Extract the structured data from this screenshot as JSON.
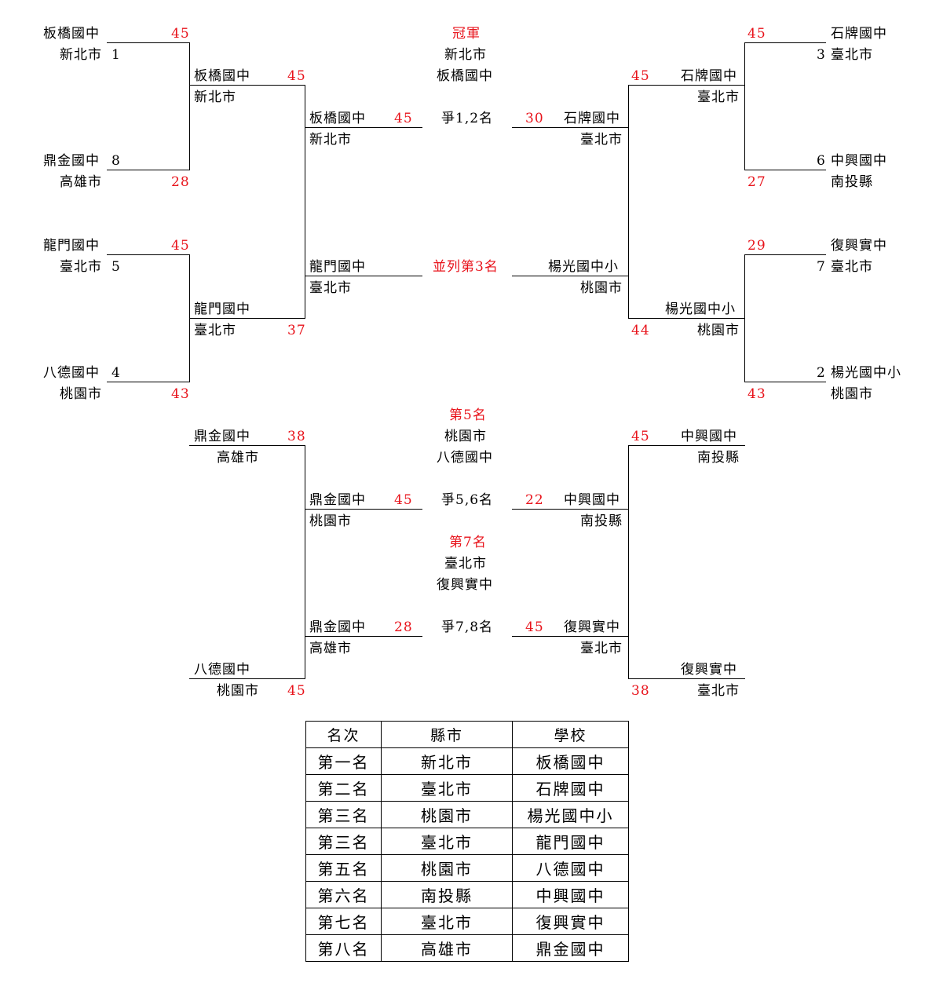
{
  "bracket": {
    "r1": {
      "banqiao": {
        "school": "板橋國中",
        "city": "新北市",
        "seed": "1",
        "score": "45"
      },
      "dingjin": {
        "school": "鼎金國中",
        "city": "高雄市",
        "seed": "8",
        "score": "28"
      },
      "longmen": {
        "school": "龍門國中",
        "city": "臺北市",
        "seed": "5",
        "score": "45"
      },
      "bade": {
        "school": "八德國中",
        "city": "桃園市",
        "seed": "4",
        "score": "43"
      },
      "shipai": {
        "school": "石牌國中",
        "city": "臺北市",
        "seed": "3",
        "score": "45"
      },
      "zhongxing": {
        "school": "中興國中",
        "city": "南投縣",
        "seed": "6",
        "score": "27"
      },
      "fuxing": {
        "school": "復興實中",
        "city": "臺北市",
        "seed": "7",
        "score": "29"
      },
      "yangguang": {
        "school": "楊光國中小",
        "city": "桃園市",
        "seed": "2",
        "score": "43"
      }
    },
    "qf": {
      "banqiao": {
        "school": "板橋國中",
        "city": "新北市",
        "score": "45"
      },
      "longmen": {
        "school": "龍門國中",
        "city": "臺北市",
        "score": "37"
      },
      "shipai": {
        "school": "石牌國中",
        "city": "臺北市",
        "score": "45"
      },
      "yangguang": {
        "school": "楊光國中小",
        "city": "桃園市",
        "score": "44"
      }
    },
    "sf": {
      "banqiao": {
        "school": "板橋國中",
        "city": "新北市",
        "score": "45"
      },
      "longmen": {
        "school": "龍門國中",
        "city": "臺北市"
      },
      "shipai": {
        "school": "石牌國中",
        "city": "臺北市",
        "score": "30"
      },
      "yangguang": {
        "school": "楊光國中小",
        "city": "桃園市"
      }
    },
    "champion": {
      "label": "冠軍",
      "city": "新北市",
      "school": "板橋國中"
    },
    "final_label": "爭1,2名",
    "third_label": "並列第3名",
    "consolation": {
      "dingjin": {
        "school": "鼎金國中",
        "city": "高雄市",
        "score": "38"
      },
      "bade": {
        "school": "八德國中",
        "city": "桃園市",
        "score": "45"
      },
      "zhongxing": {
        "school": "中興國中",
        "city": "南投縣",
        "score": "45"
      },
      "fuxing": {
        "school": "復興實中",
        "city": "臺北市",
        "score": "38"
      }
    },
    "place56": {
      "left": {
        "school": "鼎金國中",
        "city": "桃園市",
        "score": "45"
      },
      "right": {
        "school": "中興國中",
        "city": "南投縣",
        "score": "22"
      },
      "label": "爭5,6名",
      "winner_label": "第5名",
      "winner_city": "桃園市",
      "winner_school": "八德國中"
    },
    "place78": {
      "left": {
        "school": "鼎金國中",
        "city": "高雄市",
        "score": "28"
      },
      "right": {
        "school": "復興實中",
        "city": "臺北市",
        "score": "45"
      },
      "label": "爭7,8名",
      "winner_label": "第7名",
      "winner_city": "臺北市",
      "winner_school": "復興實中"
    }
  },
  "ranking": {
    "headers": [
      "名次",
      "縣市",
      "學校"
    ],
    "rows": [
      [
        "第一名",
        "新北市",
        "板橋國中"
      ],
      [
        "第二名",
        "臺北市",
        "石牌國中"
      ],
      [
        "第三名",
        "桃園市",
        "楊光國中小"
      ],
      [
        "第三名",
        "臺北市",
        "龍門國中"
      ],
      [
        "第五名",
        "桃園市",
        "八德國中"
      ],
      [
        "第六名",
        "南投縣",
        "中興國中"
      ],
      [
        "第七名",
        "臺北市",
        "復興實中"
      ],
      [
        "第八名",
        "高雄市",
        "鼎金國中"
      ]
    ]
  },
  "colors": {
    "score": "#e8131b",
    "line": "#000000"
  }
}
